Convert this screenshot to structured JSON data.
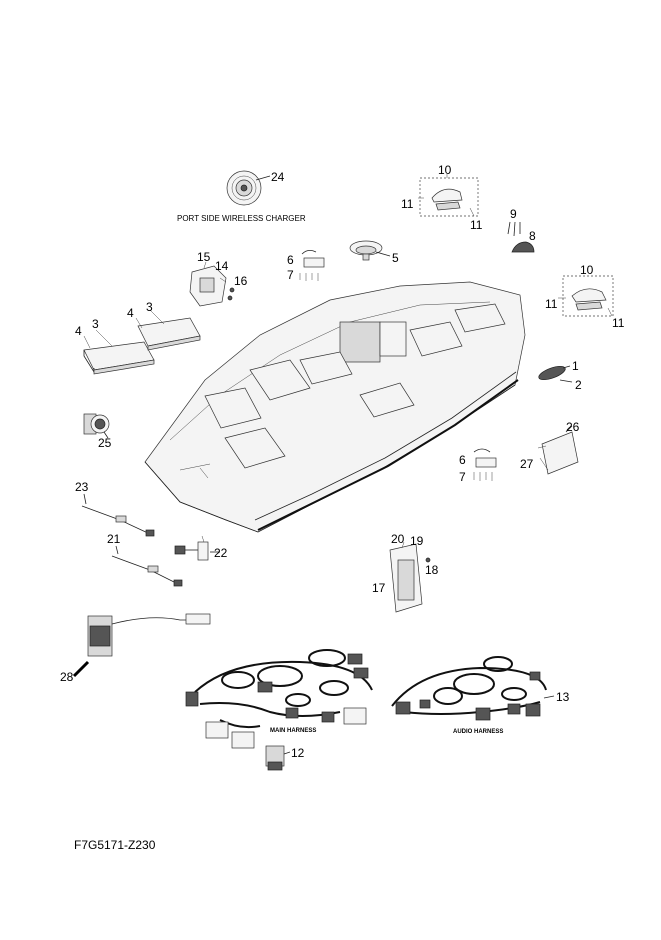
{
  "diagram": {
    "captions": {
      "port_side": "PORT SIDE WIRELESS CHARGER",
      "main_harness": "MAIN HARNESS",
      "audio_harness": "AUDIO HARNESS"
    },
    "drawing_code": "F7G5171-Z230",
    "callouts": {
      "c24": "24",
      "c10": "10",
      "c11a": "11",
      "c11b": "11",
      "c9": "9",
      "c8": "8",
      "c6a": "6",
      "c7a": "7",
      "c5": "5",
      "c15": "15",
      "c14": "14",
      "c16": "16",
      "c3a": "3",
      "c3b": "3",
      "c4a": "4",
      "c4b": "4",
      "c10b": "10",
      "c11c": "11",
      "c11d": "11",
      "c1": "1",
      "c2": "2",
      "c25": "25",
      "c26": "26",
      "c27": "27",
      "c6b": "6",
      "c7b": "7",
      "c23": "23",
      "c21": "21",
      "c22": "22",
      "c20": "20",
      "c19": "19",
      "c18": "18",
      "c17": "17",
      "c28": "28",
      "c12": "12",
      "c13": "13"
    }
  }
}
